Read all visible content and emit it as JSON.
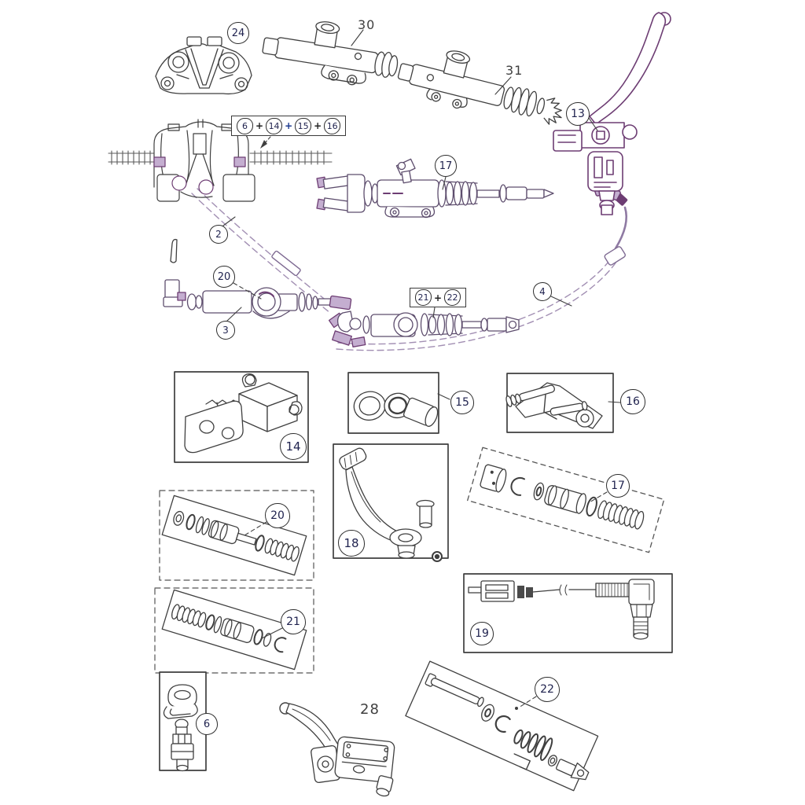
{
  "plus": "+",
  "callouts": {
    "c24": "24",
    "c30": "30",
    "c31": "31",
    "c13": "13",
    "c2": "2",
    "c17_main": "17",
    "c20_main": "20",
    "c3": "3",
    "c4": "4",
    "c14": "14",
    "c15": "15",
    "c16": "16",
    "c18": "18",
    "c17_kit": "17",
    "c20_kit": "20",
    "c21_kit": "21",
    "c19": "19",
    "c6": "6",
    "c28": "28",
    "c22": "22"
  },
  "combo_labels": {
    "caliper_kit": {
      "items": [
        "6",
        "14",
        "15",
        "16"
      ]
    },
    "cylinder_kit": {
      "items": [
        "21",
        "22"
      ]
    }
  },
  "colors": {
    "ink": "#3f3f3f",
    "purple": "#6d3d73",
    "purple_fill": "#c4aed0",
    "hose": "#a28fb3",
    "callout_text": "#20234f",
    "background": "#ffffff"
  }
}
